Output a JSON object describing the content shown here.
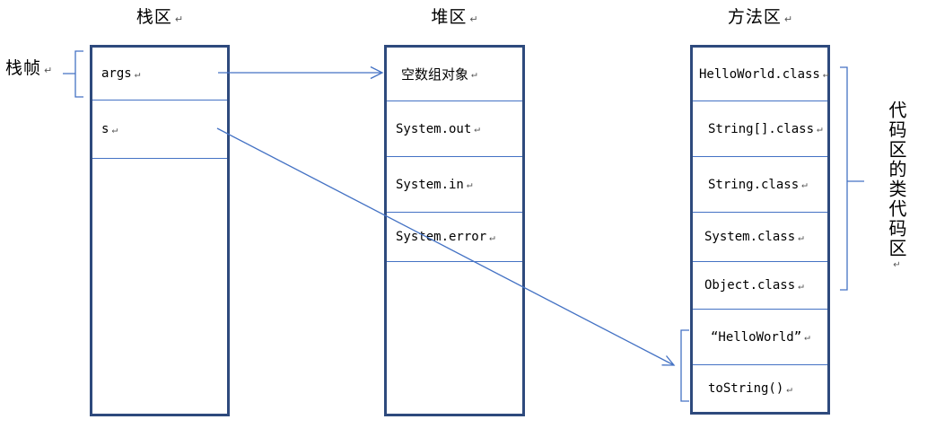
{
  "diagram_title": "JVM memory areas diagram",
  "marks": {
    "return": "↵"
  },
  "stack": {
    "title": "栈区",
    "frame_label": "栈帧",
    "rows": [
      "args",
      "s"
    ]
  },
  "heap": {
    "title": "堆区",
    "rows": [
      "空数组对象",
      "System.out",
      "System.in",
      "System.error"
    ]
  },
  "method": {
    "title": "方法区",
    "rows": [
      "HelloWorld.class",
      "String[].class",
      "String.class",
      "System.class",
      "Object.class",
      "“HelloWorld”",
      "toString()"
    ],
    "side_label": "代码区的类代码区"
  },
  "connectors": [
    {
      "name": "args-to-empty-array-arrow",
      "from": "args",
      "to": "空数组对象"
    },
    {
      "name": "s-to-string-constant-arrow",
      "from": "s",
      "to": "“HelloWorld” / toString()"
    }
  ],
  "colors": {
    "box_border": "#2e4a7d",
    "inner_line": "#4472c4",
    "arrow": "#4472c4",
    "text": "#000000",
    "background": "#ffffff"
  }
}
